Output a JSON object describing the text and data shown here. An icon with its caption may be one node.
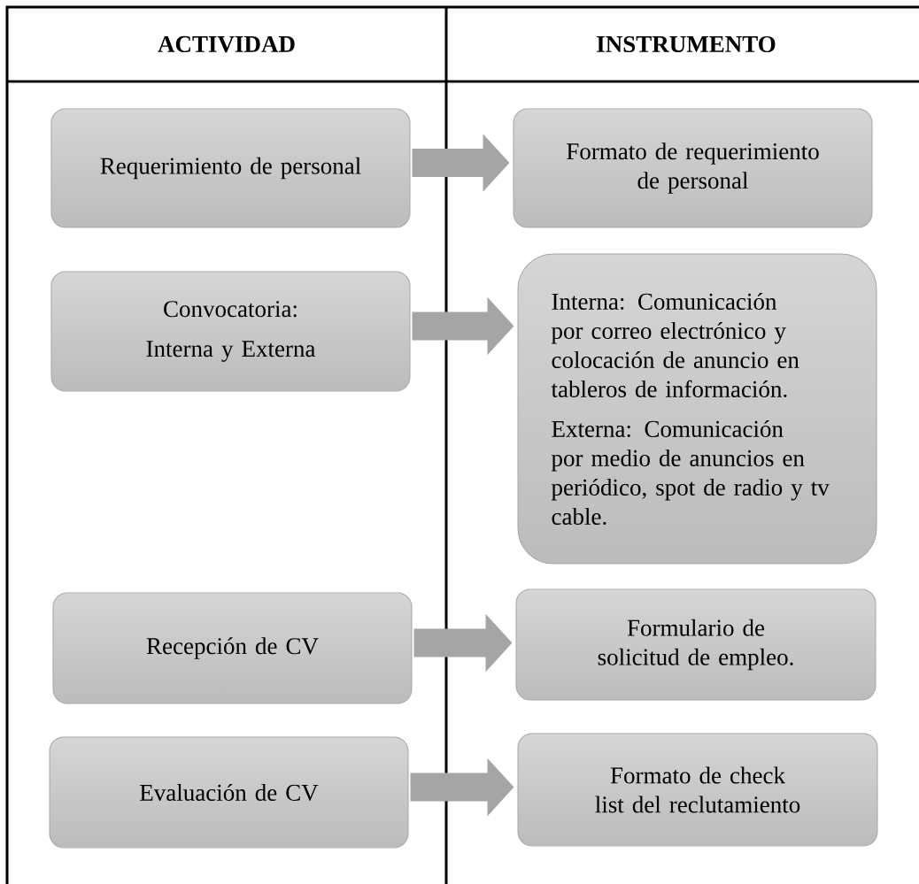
{
  "diagram": {
    "nodes": [
      {
        "text": [
          "Requerimiento de personal"
        ]
      },
      {
        "text": [
          "Formato de requerimiento de personal"
        ]
      },
      {
        "text": [
          "Convocatoria:",
          "Interna y Externa"
        ]
      },
      {
        "text": [
          "Interna: Comunicación por correo electrónico y colocación de anuncio en tableros de información.",
          "Externa: Comunicación por medio de anuncios en periódico, spot de radio y tv cable."
        ]
      },
      {
        "text": [
          "Recepción de CV"
        ]
      },
      {
        "text": [
          "Formulario de solicitud de empleo."
        ]
      },
      {
        "text": [
          "Evaluación de CV"
        ]
      },
      {
        "text": [
          "Formato de check list del reclutamiento"
        ]
      }
    ],
    "edges": [
      {
        "from": 0,
        "to": 1,
        "arrow": "to"
      },
      {
        "from": 2,
        "to": 3,
        "arrow": "to"
      },
      {
        "from": 4,
        "to": 5,
        "arrow": "to"
      },
      {
        "from": 6,
        "to": 7,
        "arrow": "to"
      }
    ],
    "labels": [
      "ACTIVIDAD",
      "INSTRUMENTO"
    ]
  }
}
